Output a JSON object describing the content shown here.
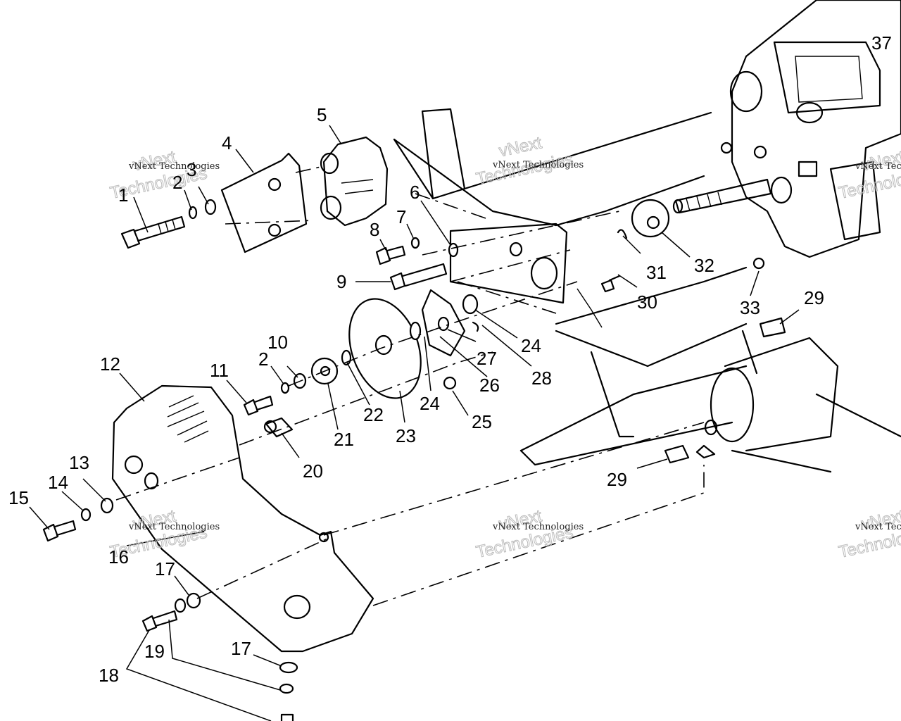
{
  "callouts": [
    {
      "id": "c1",
      "text": "1"
    },
    {
      "id": "c2a",
      "text": "2"
    },
    {
      "id": "c3",
      "text": "3"
    },
    {
      "id": "c4",
      "text": "4"
    },
    {
      "id": "c5",
      "text": "5"
    },
    {
      "id": "c6",
      "text": "6"
    },
    {
      "id": "c7",
      "text": "7"
    },
    {
      "id": "c8",
      "text": "8"
    },
    {
      "id": "c9",
      "text": "9"
    },
    {
      "id": "c10",
      "text": "10"
    },
    {
      "id": "c2b",
      "text": "2"
    },
    {
      "id": "c11",
      "text": "11"
    },
    {
      "id": "c12",
      "text": "12"
    },
    {
      "id": "c13",
      "text": "13"
    },
    {
      "id": "c14",
      "text": "14"
    },
    {
      "id": "c15",
      "text": "15"
    },
    {
      "id": "c16",
      "text": "16"
    },
    {
      "id": "c17a",
      "text": "17"
    },
    {
      "id": "c17b",
      "text": "17"
    },
    {
      "id": "c18",
      "text": "18"
    },
    {
      "id": "c19",
      "text": "19"
    },
    {
      "id": "c20",
      "text": "20"
    },
    {
      "id": "c21",
      "text": "21"
    },
    {
      "id": "c22",
      "text": "22"
    },
    {
      "id": "c23",
      "text": "23"
    },
    {
      "id": "c24a",
      "text": "24"
    },
    {
      "id": "c24b",
      "text": "24"
    },
    {
      "id": "c25",
      "text": "25"
    },
    {
      "id": "c26",
      "text": "26"
    },
    {
      "id": "c27",
      "text": "27"
    },
    {
      "id": "c28",
      "text": "28"
    },
    {
      "id": "c29a",
      "text": "29"
    },
    {
      "id": "c29b",
      "text": "29"
    },
    {
      "id": "c30",
      "text": "30"
    },
    {
      "id": "c31",
      "text": "31"
    },
    {
      "id": "c32",
      "text": "32"
    },
    {
      "id": "c33",
      "text": "33"
    },
    {
      "id": "c37",
      "text": "37"
    }
  ],
  "watermark": {
    "small": "vNext Technologies",
    "big_top": "vNext",
    "big_bottom": "Technologies"
  }
}
